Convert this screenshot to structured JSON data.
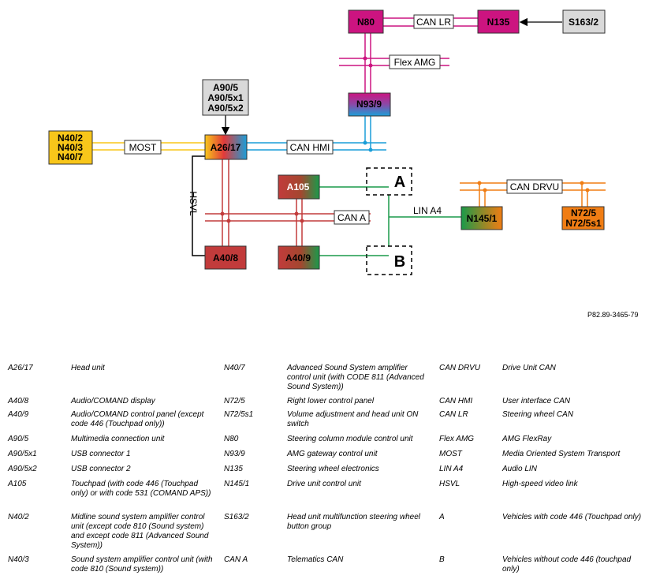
{
  "nodes": {
    "n80": "N80",
    "n135": "N135",
    "s163_2": "S163/2",
    "n93_9": "N93/9",
    "a90": [
      "A90/5",
      "A90/5x1",
      "A90/5x2"
    ],
    "n40": [
      "N40/2",
      "N40/3",
      "N40/7"
    ],
    "a26_17": "A26/17",
    "a105": "A105",
    "a40_8": "A40/8",
    "a40_9": "A40/9",
    "n145_1": "N145/1",
    "n72": [
      "N72/5",
      "N72/5s1"
    ],
    "box_a": "A",
    "box_b": "B"
  },
  "buses": {
    "can_lr": "CAN LR",
    "flex_amg": "Flex AMG",
    "most": "MOST",
    "can_hmi": "CAN HMI",
    "hsvl": "HSVL",
    "can_a": "CAN A",
    "lin_a4": "LIN A4",
    "can_drvu": "CAN DRVU"
  },
  "colors": {
    "magenta": "#cc1480",
    "blue": "#1a9ed8",
    "yellow": "#f8c61a",
    "red": "#c23b3b",
    "green": "#1a9a4a",
    "orange": "#f07d14",
    "grey_box": "#d9d9d9"
  },
  "reference": "P82.89-3465-79",
  "legend": [
    [
      {
        "code": "A26/17",
        "desc": "Head unit"
      },
      {
        "code": "A40/8",
        "desc": "Audio/COMAND display"
      },
      {
        "code": "A40/9",
        "desc": "Audio/COMAND control panel (except code 446 (Touchpad only))"
      },
      {
        "code": "A90/5",
        "desc": "Multimedia connection unit"
      },
      {
        "code": "A90/5x1",
        "desc": "USB connector 1"
      },
      {
        "code": "A90/5x2",
        "desc": "USB connector 2"
      },
      {
        "code": "A105",
        "desc": "Touchpad (with code 446 (Touchpad only) or with code 531 (COMAND APS))"
      },
      {
        "code": "N40/2",
        "desc": "Midline sound system amplifier control unit (except code 810 (Sound system) and except code 811 (Advanced Sound System))"
      },
      {
        "code": "N40/3",
        "desc": "Sound system amplifier control unit (with code 810 (Sound system))"
      }
    ],
    [
      {
        "code": "N40/7",
        "desc": "Advanced Sound System amplifier control unit (with CODE 811 (Advanced Sound System))"
      },
      {
        "code": "N72/5",
        "desc": "Right lower control panel"
      },
      {
        "code": "N72/5s1",
        "desc": "Volume adjustment and head unit ON switch"
      },
      {
        "code": "N80",
        "desc": "Steering column module control unit"
      },
      {
        "code": "N93/9",
        "desc": "AMG gateway control unit"
      },
      {
        "code": "N135",
        "desc": "Steering wheel electronics"
      },
      {
        "code": "N145/1",
        "desc": "Drive unit control unit"
      },
      {
        "code": "S163/2",
        "desc": "Head unit multifunction steering wheel button group"
      },
      {
        "code": "CAN A",
        "desc": "Telematics CAN"
      }
    ],
    [
      {
        "code": "CAN DRVU",
        "desc": "Drive Unit CAN"
      },
      {
        "code": "CAN HMI",
        "desc": "User interface CAN"
      },
      {
        "code": "CAN LR",
        "desc": "Steering wheel CAN"
      },
      {
        "code": "Flex AMG",
        "desc": "AMG FlexRay"
      },
      {
        "code": "MOST",
        "desc": "Media Oriented System Transport"
      },
      {
        "code": "LIN A4",
        "desc": "Audio LIN"
      },
      {
        "code": "HSVL",
        "desc": "High-speed video link"
      },
      {
        "code": "A",
        "desc": "Vehicles with code 446 (Touchpad only)"
      },
      {
        "code": "B",
        "desc": "Vehicles without code 446 (touchpad only)"
      }
    ]
  ]
}
